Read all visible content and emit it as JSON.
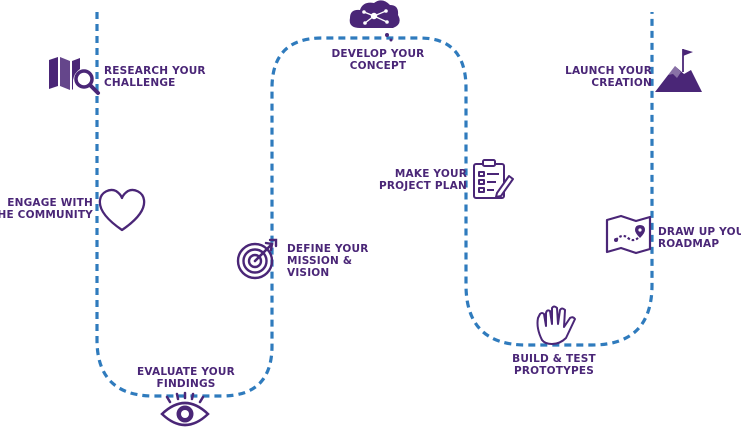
{
  "colors": {
    "path": "#2f7bbd",
    "accent": "#4a2677"
  },
  "steps": [
    {
      "lines": [
        "RESEARCH YOUR",
        "CHALLENGE"
      ],
      "icon": "map-search-icon"
    },
    {
      "lines": [
        "ENGAGE WITH",
        "THE COMMUNITY"
      ],
      "icon": "heart-icon"
    },
    {
      "lines": [
        "EVALUATE YOUR",
        "FINDINGS"
      ],
      "icon": "eye-icon"
    },
    {
      "lines": [
        "DEFINE YOUR",
        "MISSION &",
        "VISION"
      ],
      "icon": "target-arrow-icon"
    },
    {
      "lines": [
        "DEVELOP YOUR",
        "CONCEPT"
      ],
      "icon": "idea-cloud-icon"
    },
    {
      "lines": [
        "MAKE YOUR",
        "PROJECT PLAN"
      ],
      "icon": "clipboard-checklist-icon"
    },
    {
      "lines": [
        "BUILD & TEST",
        "PROTOTYPES"
      ],
      "icon": "hand-icon"
    },
    {
      "lines": [
        "DRAW UP YOUR",
        "ROADMAP"
      ],
      "icon": "roadmap-icon"
    },
    {
      "lines": [
        "LAUNCH YOUR",
        "CREATION"
      ],
      "icon": "mountain-flag-icon"
    }
  ]
}
